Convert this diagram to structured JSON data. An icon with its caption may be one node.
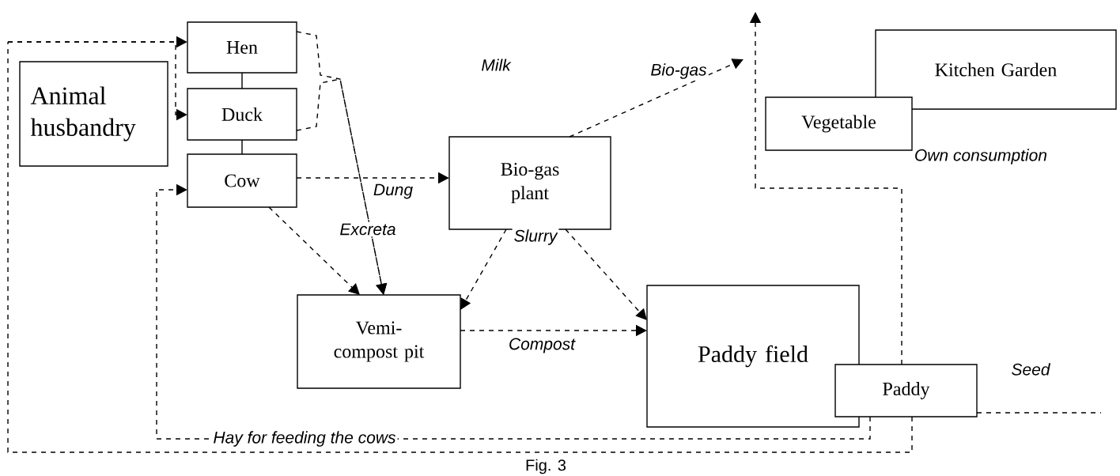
{
  "diagram": {
    "caption": "Fig. 3",
    "nodes": [
      {
        "text": [
          "Animal husbandry"
        ]
      },
      {
        "text": [
          "Hen"
        ]
      },
      {
        "text": [
          "Duck"
        ]
      },
      {
        "text": [
          "Cow"
        ]
      },
      {
        "text": [
          "Bio-gas plant"
        ]
      },
      {
        "text": [
          "Kitchen Garden"
        ]
      },
      {
        "text": [
          "Vegetable"
        ]
      },
      {
        "text": [
          "Vemi-compost pit"
        ]
      },
      {
        "text": [
          "Paddy field"
        ]
      },
      {
        "text": [
          "Paddy"
        ]
      }
    ],
    "edges": [
      {
        "from": 1,
        "to": 2,
        "arrow": "none"
      },
      {
        "from": 2,
        "to": 3,
        "arrow": "none"
      },
      {
        "from": 3,
        "to": 4,
        "arrow": "to",
        "style": "dashed",
        "label": "Dung"
      },
      {
        "from": 1,
        "to": 7,
        "arrow": "to",
        "style": "dashed",
        "label": "Excreta"
      },
      {
        "from": 2,
        "to": 7,
        "arrow": "to",
        "style": "dashed"
      },
      {
        "from": 3,
        "to": 7,
        "arrow": "to",
        "style": "dashed"
      },
      {
        "from": 4,
        "to": null,
        "arrow": "to",
        "style": "dashed",
        "label": "Bio-gas"
      },
      {
        "from": 4,
        "to": 7,
        "arrow": "to",
        "style": "dashed",
        "label": "Slurry"
      },
      {
        "from": 4,
        "to": 8,
        "arrow": "to",
        "style": "dashed"
      },
      {
        "from": 7,
        "to": 8,
        "arrow": "to",
        "style": "dashed",
        "label": "Compost"
      },
      {
        "from": 9,
        "to": 3,
        "arrow": "to",
        "style": "dashed",
        "label": "Hay for feeding the cows"
      },
      {
        "from": 9,
        "to": 1,
        "arrow": "to",
        "style": "dashed"
      },
      {
        "from": 9,
        "to": 2,
        "arrow": "to",
        "style": "dashed"
      },
      {
        "from": 9,
        "to": null,
        "arrow": "to",
        "style": "dashed",
        "label": "Own consumption"
      },
      {
        "from": 9,
        "to": null,
        "arrow": "none",
        "style": "dashed",
        "label": "Seed"
      }
    ],
    "labels": [
      "Milk"
    ]
  }
}
